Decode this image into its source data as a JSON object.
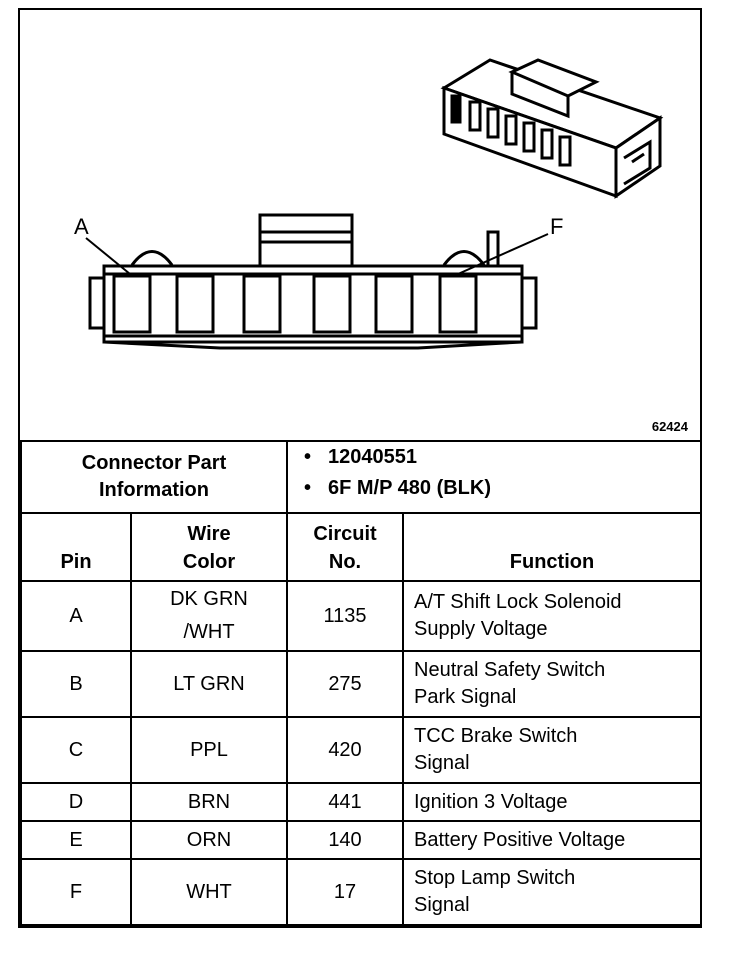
{
  "figure": {
    "number": "62424",
    "callouts": [
      "A",
      "F"
    ]
  },
  "connector_info": {
    "label": "Connector Part Information",
    "items": [
      "12040551",
      "6F M/P 480 (BLK)"
    ]
  },
  "table": {
    "headers": {
      "pin": "Pin",
      "wire_color": "Wire Color",
      "circuit_no": "Circuit No.",
      "function": "Function"
    },
    "rows": [
      {
        "pin": "A",
        "wire": [
          "DK GRN",
          "/WHT"
        ],
        "circuit": "1135",
        "function": [
          "A/T Shift Lock Solenoid",
          "Supply Voltage"
        ]
      },
      {
        "pin": "B",
        "wire": [
          "LT GRN"
        ],
        "circuit": "275",
        "function": [
          "Neutral Safety Switch",
          "Park Signal"
        ]
      },
      {
        "pin": "C",
        "wire": [
          "PPL"
        ],
        "circuit": "420",
        "function": [
          "TCC Brake Switch",
          "Signal"
        ]
      },
      {
        "pin": "D",
        "wire": [
          "BRN"
        ],
        "circuit": "441",
        "function": [
          "Ignition 3 Voltage"
        ]
      },
      {
        "pin": "E",
        "wire": [
          "ORN"
        ],
        "circuit": "140",
        "function": [
          "Battery Positive Voltage"
        ]
      },
      {
        "pin": "F",
        "wire": [
          "WHT"
        ],
        "circuit": "17",
        "function": [
          "Stop Lamp Switch",
          "Signal"
        ]
      }
    ]
  }
}
